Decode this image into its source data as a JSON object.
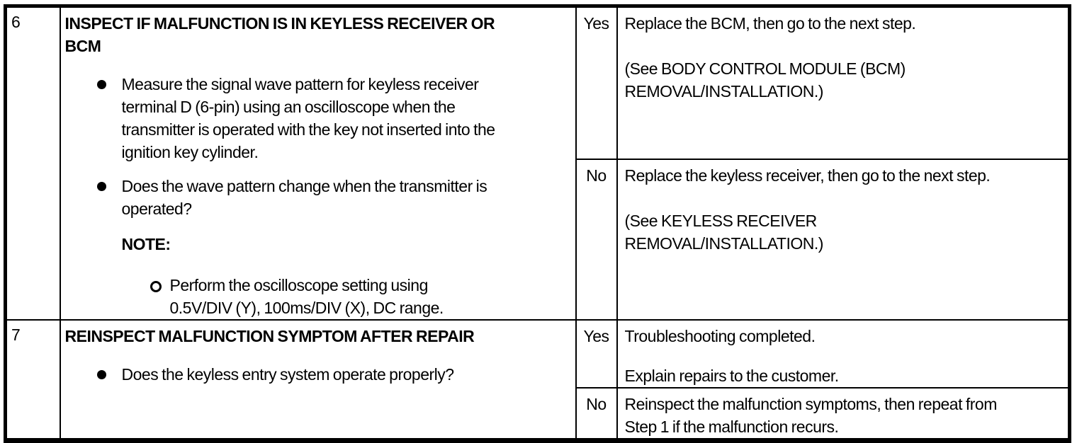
{
  "colors": {
    "background": "#ffffff",
    "border": "#000000",
    "text": "#000000"
  },
  "steps": [
    {
      "step": "6",
      "action": {
        "title_lines": [
          "INSPECT IF MALFUNCTION IS IN KEYLESS RECEIVER OR",
          "BCM"
        ],
        "bullet1_lines": [
          "Measure the signal wave pattern for keyless receiver",
          "terminal D (6-pin) using an oscilloscope when the",
          "transmitter is operated with the key not inserted into the",
          "ignition key cylinder."
        ],
        "bullet2_lines": [
          "Does the wave pattern change when the transmitter is",
          "operated?"
        ],
        "note_label": "NOTE:",
        "note_bullet_lines": [
          "Perform the oscilloscope setting using",
          "0.5V/DIV (Y), 100ms/DIV (X), DC range."
        ]
      },
      "yes": {
        "label": "Yes",
        "para1_lines": [
          "Replace the BCM, then go to the next step."
        ],
        "para2_lines": [
          "(See BODY CONTROL MODULE (BCM)",
          "REMOVAL/INSTALLATION.)"
        ]
      },
      "no": {
        "label": "No",
        "para1_lines": [
          "Replace the keyless receiver, then go to the next step."
        ],
        "para2_lines": [
          "(See KEYLESS RECEIVER",
          "REMOVAL/INSTALLATION.)"
        ]
      }
    },
    {
      "step": "7",
      "action": {
        "title_lines": [
          "REINSPECT MALFUNCTION SYMPTOM AFTER REPAIR"
        ],
        "bullet1_lines": [
          "Does the keyless entry system operate properly?"
        ]
      },
      "yes": {
        "label": "Yes",
        "para1_lines": [
          "Troubleshooting completed."
        ],
        "para2_lines": [
          "Explain repairs to the customer."
        ]
      },
      "no": {
        "label": "No",
        "para1_lines": [
          "Reinspect the malfunction symptoms, then repeat from",
          "Step 1 if the malfunction recurs."
        ]
      }
    }
  ]
}
